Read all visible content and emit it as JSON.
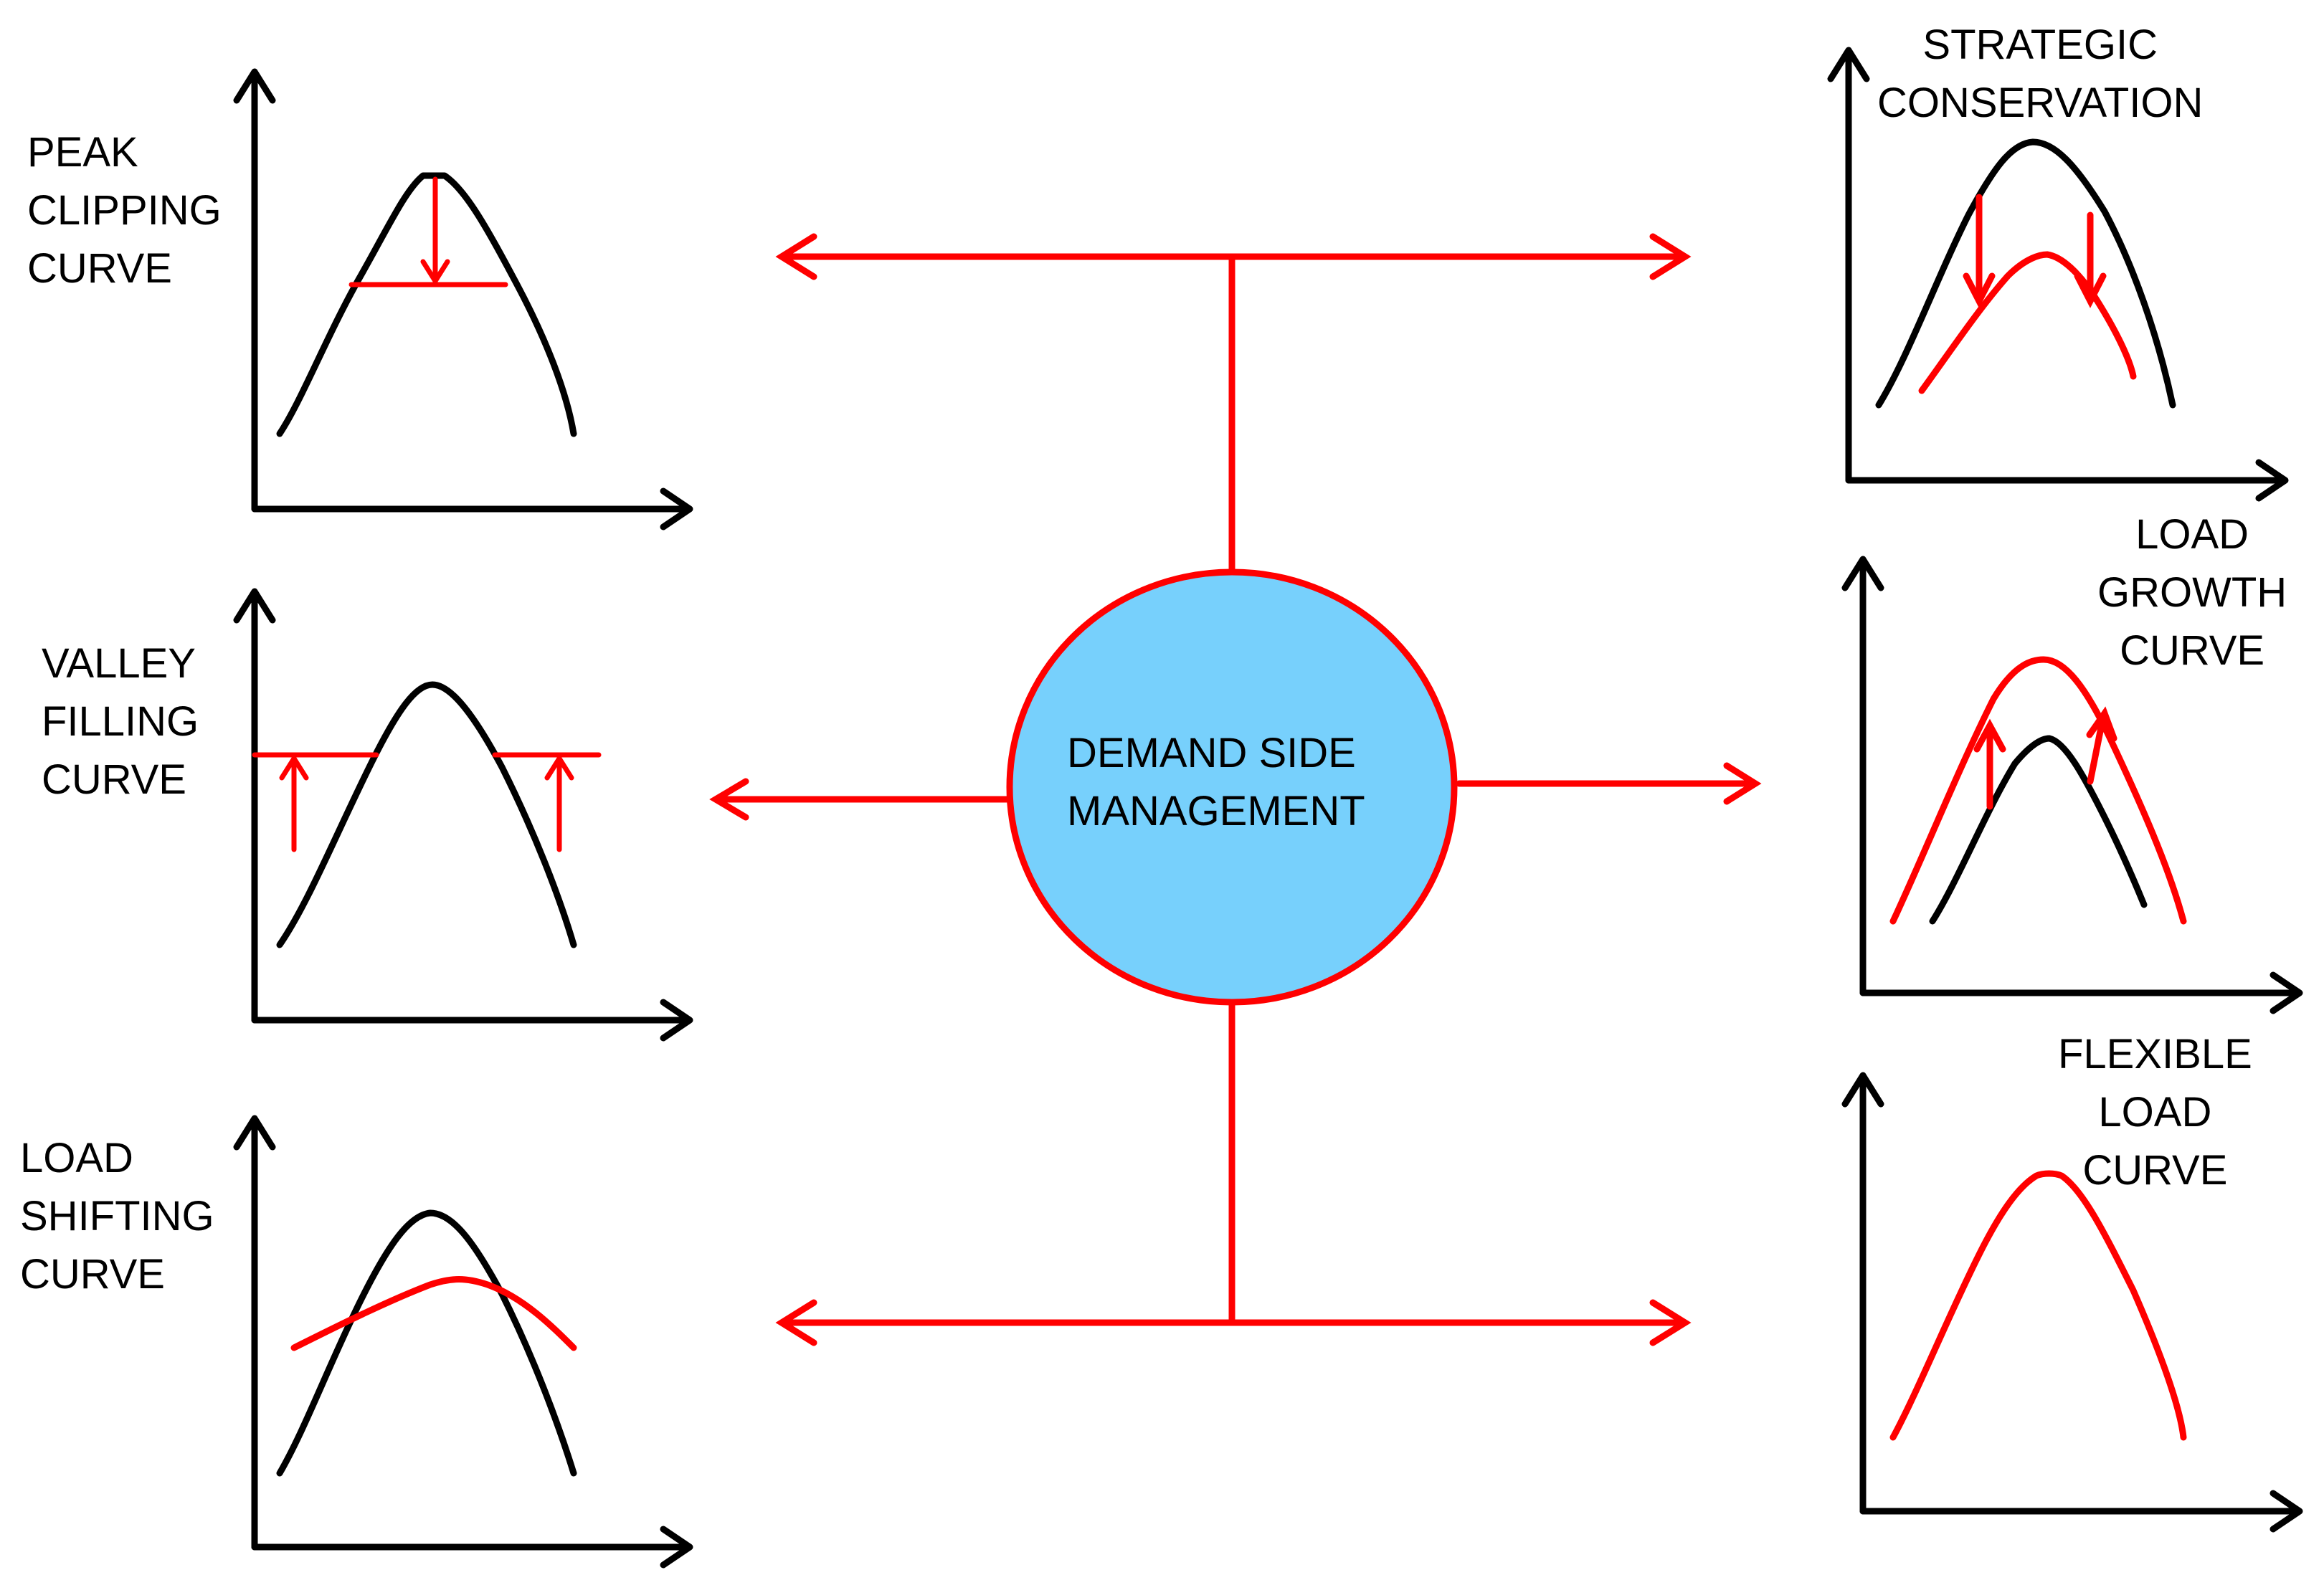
{
  "hub": {
    "label_lines": [
      "DEMAND SIDE",
      "MANAGEMENT"
    ],
    "fill_color": "#77d0fc",
    "stroke_color": "#ff0000"
  },
  "colors": {
    "connector": "#ff0000",
    "axes": "#000000",
    "original_curve": "#000000",
    "modified_curve": "#ff0000"
  },
  "panels": [
    {
      "id": "peak-clipping",
      "label_lines": [
        "PEAK",
        "CLIPPING",
        "CURVE"
      ]
    },
    {
      "id": "valley-filling",
      "label_lines": [
        "VALLEY",
        "FILLING",
        "CURVE"
      ]
    },
    {
      "id": "load-shifting",
      "label_lines": [
        "LOAD",
        "SHIFTING",
        "CURVE"
      ]
    },
    {
      "id": "strategic-conservation",
      "label_lines": [
        "STRATEGIC",
        "CONSERVATION"
      ]
    },
    {
      "id": "load-growth",
      "label_lines": [
        "LOAD",
        "GROWTH",
        "CURVE"
      ]
    },
    {
      "id": "flexible-load",
      "label_lines": [
        "FLEXIBLE",
        "LOAD",
        "CURVE"
      ]
    }
  ]
}
